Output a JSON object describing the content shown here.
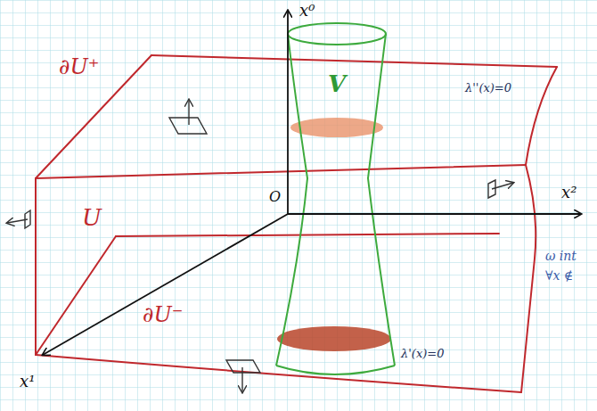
{
  "diagram": {
    "labels": [
      "x⁰",
      "x²",
      "x¹",
      "O",
      "∂U⁺",
      "U",
      "V",
      "λ''(x)=0",
      "λ'(x)=0",
      "∂U⁻",
      "ω int",
      "∀x ∉"
    ]
  }
}
